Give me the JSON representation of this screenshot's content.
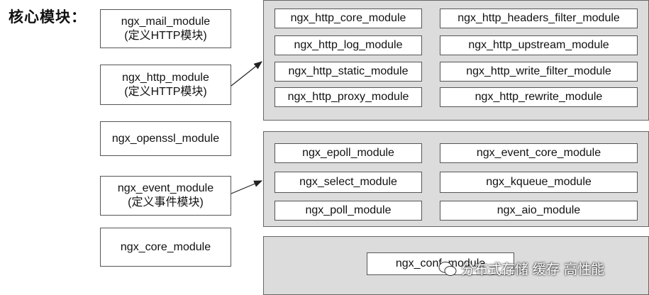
{
  "title": "核心模块：",
  "left_modules": [
    {
      "name": "ngx_mail_module",
      "note": "(定义HTTP模块)"
    },
    {
      "name": "ngx_http_module",
      "note": "(定义HTTP模块)"
    },
    {
      "name": "ngx_openssl_module",
      "note": ""
    },
    {
      "name": "ngx_event_module",
      "note": "(定义事件模块)"
    },
    {
      "name": "ngx_core_module",
      "note": ""
    }
  ],
  "http_panel": {
    "left": [
      "ngx_http_core_module",
      "ngx_http_log_module",
      "ngx_http_static_module",
      "ngx_http_proxy_module"
    ],
    "right": [
      "ngx_http_headers_filter_module",
      "ngx_http_upstream_module",
      "ngx_http_write_filter_module",
      "ngx_http_rewrite_module"
    ]
  },
  "event_panel": {
    "left": [
      "ngx_epoll_module",
      "ngx_select_module",
      "ngx_poll_module"
    ],
    "right": [
      "ngx_event_core_module",
      "ngx_kqueue_module",
      "ngx_aio_module"
    ]
  },
  "core_panel": {
    "module": "ngx_conf_module"
  },
  "watermark": "分布式存储 缓存 高性能"
}
